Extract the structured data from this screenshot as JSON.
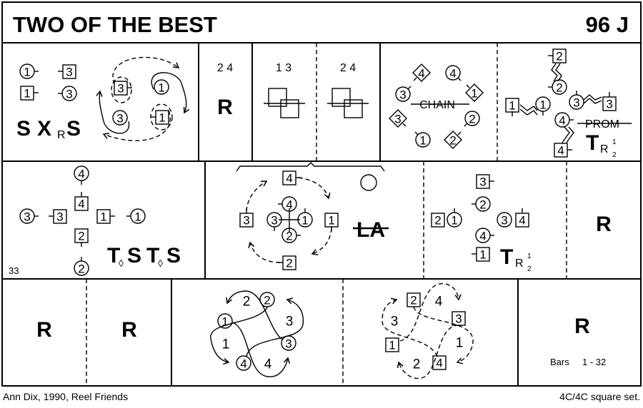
{
  "header": {
    "title": "TWO OF THE BEST",
    "code": "96 J"
  },
  "row1": {
    "p1": {
      "formation": [
        "1",
        "3",
        "1",
        "3"
      ],
      "caption_s1": "S",
      "caption_x": "X",
      "caption_sub": "R",
      "caption_s2": "S",
      "diagram": [
        "3",
        "1",
        "3",
        "1"
      ]
    },
    "p2": {
      "bars": "2 4",
      "move": "R"
    },
    "p3": {
      "bars": "1 3"
    },
    "p4": {
      "bars": "2 4"
    },
    "p5": {
      "label": "CHAIN",
      "dancers": [
        "4",
        "4",
        "3",
        "1",
        "3",
        "1",
        "2",
        "2"
      ]
    },
    "p6": {
      "label": "PROM",
      "move": "T",
      "sub": "R",
      "frac_num": "1",
      "frac_den": "2",
      "dancers": [
        "2",
        "2",
        "1",
        "1",
        "3",
        "3",
        "4",
        "4"
      ]
    }
  },
  "row2": {
    "p1": {
      "dancers": [
        "4",
        "4",
        "3",
        "3",
        "1",
        "1",
        "2",
        "2"
      ],
      "bar_count": "33",
      "move": "T",
      "diamond": "◊",
      "s": "S"
    },
    "p2": {
      "label": "LA",
      "dancers": [
        "4",
        "3",
        "4",
        "3",
        "1",
        "2",
        "1",
        "2"
      ]
    },
    "p3": {
      "dancers": [
        "3",
        "2",
        "2",
        "1",
        "3",
        "4",
        "4",
        "1"
      ],
      "move": "T",
      "sub": "R",
      "frac_num": "1",
      "frac_den": "2"
    },
    "p4": {
      "move": "R"
    }
  },
  "row3": {
    "p1": {
      "move": "R"
    },
    "p2": {
      "move": "R"
    },
    "p3": {
      "dancers": [
        "2",
        "1",
        "3",
        "4"
      ],
      "paths": [
        "2",
        "3",
        "1",
        "4"
      ]
    },
    "p4": {
      "dancers": [
        "2",
        "3",
        "1",
        "4"
      ],
      "paths": [
        "4",
        "3",
        "1",
        "2"
      ]
    },
    "p5": {
      "move": "R",
      "bars_label": "Bars",
      "bars_range": "1 - 32"
    }
  },
  "footer": {
    "credit": "Ann Dix, 1990, Reel Friends",
    "set": "4C/4C  square set."
  }
}
